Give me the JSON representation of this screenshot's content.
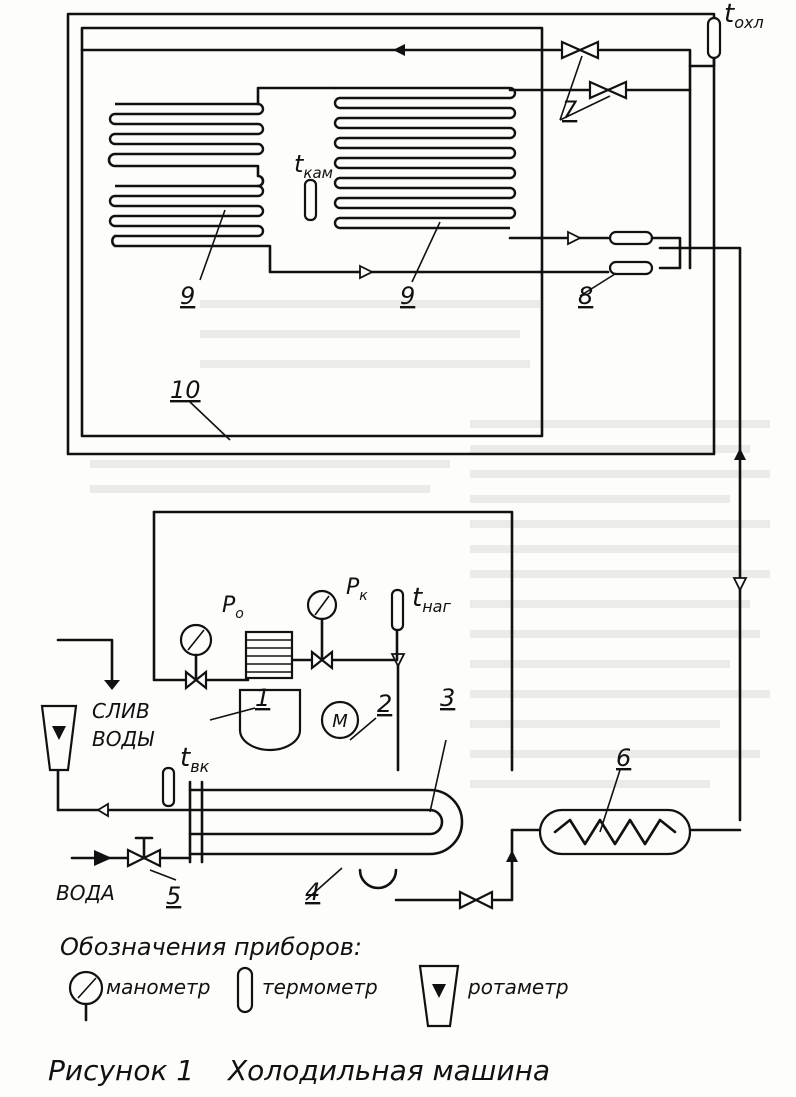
{
  "labels": {
    "t_ohl": "t",
    "t_ohl_sub": "охл",
    "t_kam": "t",
    "t_kam_sub": "кам",
    "t_nag": "t",
    "t_nag_sub": "наг",
    "t_vk": "t",
    "t_vk_sub": "вк",
    "p0": "P",
    "p0_sub": "o",
    "pk": "P",
    "pk_sub": "к",
    "motor": "М",
    "sliv_1": "СЛИВ",
    "sliv_2": "ВОДЫ",
    "voda": "ВОДА",
    "n1": "1",
    "n2": "2",
    "n3": "3",
    "n4": "4",
    "n5": "5",
    "n6": "6",
    "n7": "7",
    "n8": "8",
    "n9a": "9",
    "n9b": "9",
    "n10": "10"
  },
  "legend": {
    "title": "Обозначения приборов:",
    "manometer": "манометр",
    "thermometer": "термометр",
    "rotameter": "ротаметр"
  },
  "caption": {
    "figure": "Рисунок 1",
    "title": "Холодильная машина"
  }
}
